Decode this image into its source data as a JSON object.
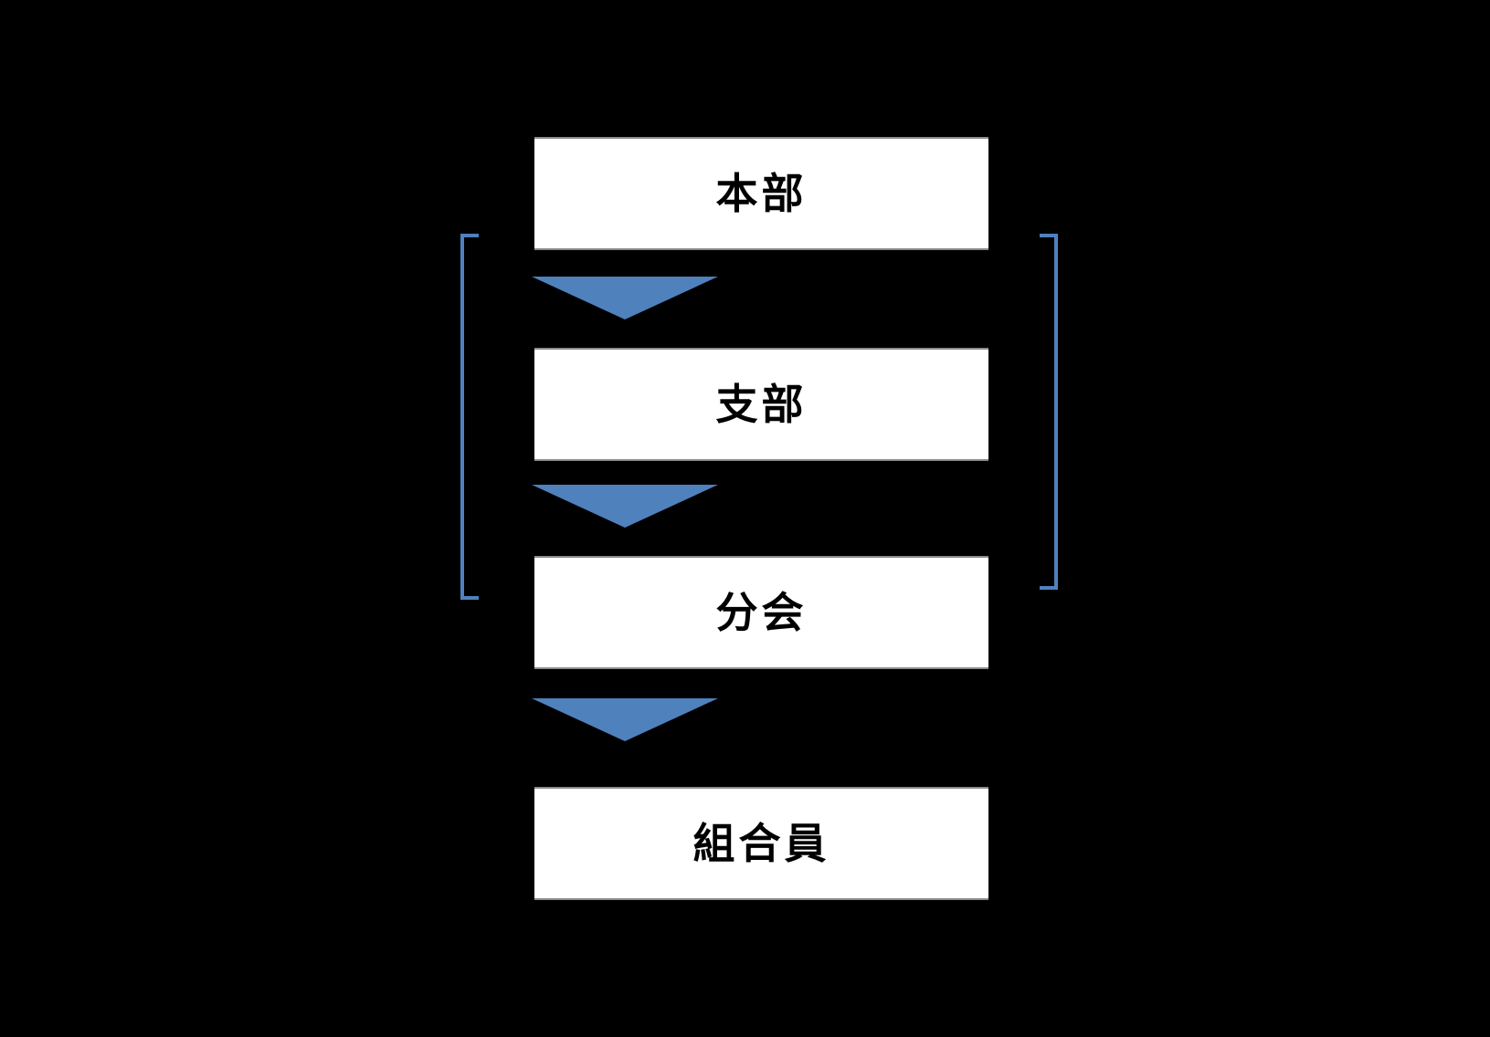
{
  "diagram": {
    "title": "union-organization-hierarchy",
    "levels": [
      {
        "label": "本部"
      },
      {
        "label": "支部"
      },
      {
        "label": "分会"
      },
      {
        "label": "組合員"
      }
    ],
    "connectors": {
      "arrow_count": 3,
      "arrow_direction": "down",
      "bracket_sides": [
        "left",
        "right"
      ],
      "bracket_spans_levels": [
        "本部",
        "支部",
        "分会"
      ]
    },
    "colors": {
      "background": "#000000",
      "box_fill": "#ffffff",
      "box_border": "#8a8a8a",
      "text": "#000000",
      "accent_blue": "#4f81bd"
    }
  }
}
